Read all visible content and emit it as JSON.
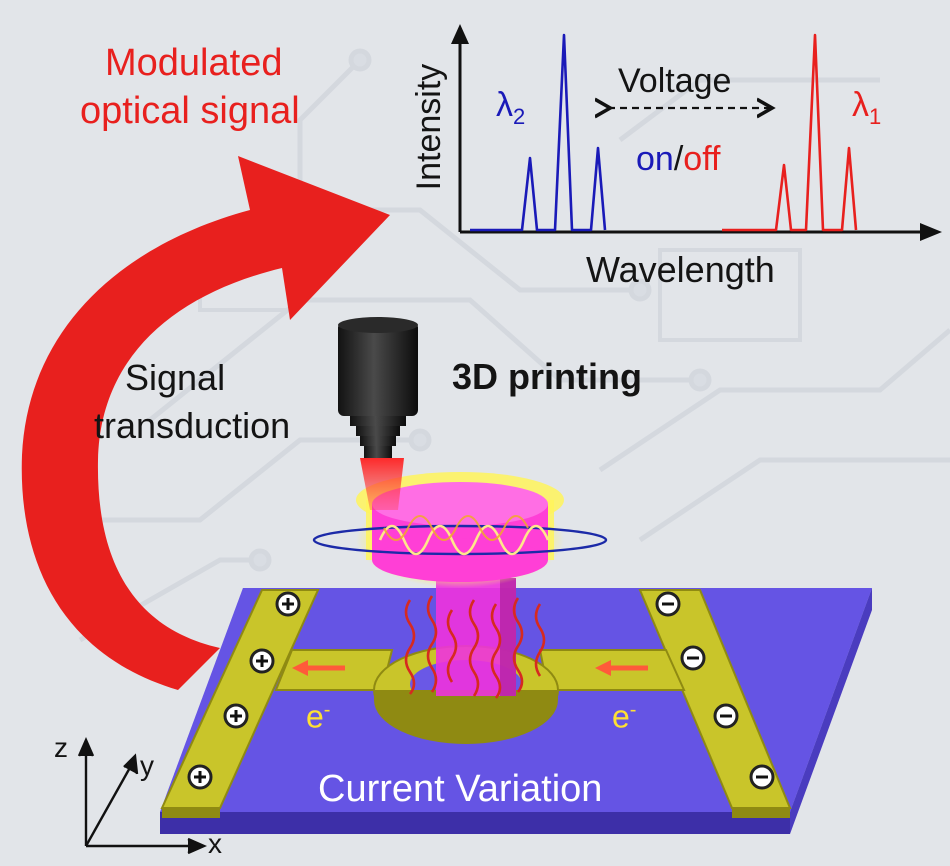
{
  "labels": {
    "modulated_line1": "Modulated",
    "modulated_line2": "optical signal",
    "signal_line1": "Signal",
    "signal_line2": "transduction",
    "printing": "3D printing",
    "current_variation": "Current Variation",
    "electron_base": "e",
    "electron_sup": "-"
  },
  "spectrum": {
    "y_axis_label": "Intensity",
    "x_axis_label": "Wavelength",
    "lambda2_base": "λ",
    "lambda2_sub": "2",
    "lambda1_base": "λ",
    "lambda1_sub": "1",
    "voltage": "Voltage",
    "on": "on",
    "slash": "/",
    "off": "off"
  },
  "axes": {
    "z": "z",
    "y": "y",
    "x": "x"
  },
  "colors": {
    "arrow_red": "#e8201e",
    "peak_blue": "#1a1ab8",
    "peak_red": "#e8201e",
    "substrate": "#6a58e6",
    "electrode": "#c9c52a",
    "disk": "#ff3fd6",
    "pillar": "#ee33dd",
    "wave": "#d62a20",
    "electron": "#ffe033"
  },
  "icons": {
    "plus_terminal": "plus-circle-icon",
    "minus_terminal": "minus-circle-icon",
    "objective": "microscope-objective-icon"
  }
}
